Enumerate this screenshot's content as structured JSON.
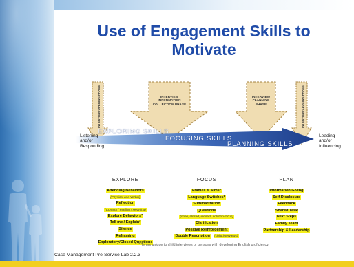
{
  "slide": {
    "title": "Use of Engagement Skills to Motivate",
    "footer": "Case Management Pre-Service Lab 2.2.3",
    "footnote": "* Terms unique to child interviews or persons with developing English proficiency."
  },
  "phases": {
    "opening": "INTERVIEW OPENING PHASE",
    "info_collection": "INTERVIEW INFORMATION COLLECTION PHASE",
    "planning": "INTERVIEW PLANNING PHASE",
    "closing": "INTERVIEW CLOSING PHASE"
  },
  "continuum": {
    "left": "Listening and/or Responding",
    "right": "Leading and/or Influencing",
    "bands": [
      "EXPLORING SKILLS",
      "FOCUSING SKILLS",
      "PLANNING SKILLS"
    ]
  },
  "columns": {
    "explore": {
      "heading": "EXPLORE",
      "items": [
        {
          "text": "Attending Behaviors",
          "note": "(Physical and Verbal)"
        },
        {
          "text": "Reflection",
          "note": "(Content / Feeling / Meaning)"
        },
        {
          "text": "Explore Behaviors*",
          "note": ""
        },
        {
          "text": "Tell me / Explain*",
          "note": ""
        },
        {
          "text": "Silence",
          "note": ""
        },
        {
          "text": "Reframing",
          "note": ""
        },
        {
          "text": "Exploratory/Closed Questions",
          "note": ""
        }
      ]
    },
    "focus": {
      "heading": "FOCUS",
      "items": [
        {
          "text": "Frames & Aims*",
          "note": ""
        },
        {
          "text": "Language Switches*",
          "note": ""
        },
        {
          "text": "Summarization",
          "note": ""
        },
        {
          "text": "Questions",
          "note": ""
        },
        {
          "text": "",
          "note": "(open, closed, indirect, solution-focus)"
        },
        {
          "text": "Clarification",
          "note": ""
        },
        {
          "text": "Positive Reinforcement",
          "note": ""
        },
        {
          "text": "Double Rescription",
          "note": "(child interviews)"
        }
      ]
    },
    "plan": {
      "heading": "PLAN",
      "items": [
        {
          "text": "Information Giving",
          "note": ""
        },
        {
          "text": "Self-Disclosure",
          "note": ""
        },
        {
          "text": "Feedback",
          "note": ""
        },
        {
          "text": "Shared Task",
          "note": ""
        },
        {
          "text": "Next Steps",
          "note": ""
        },
        {
          "text": "Family Team",
          "note": ""
        },
        {
          "text": "Partnership & Leadership",
          "note": ""
        }
      ]
    }
  },
  "colors": {
    "title": "#1f4ba8",
    "highlight": "#f5ef1a",
    "arrow_fill": "#f0ddb2",
    "arrow_dash": "#a5823e",
    "band_dark": "#1e3f8c",
    "footer_bar": "#f2cf1f"
  }
}
